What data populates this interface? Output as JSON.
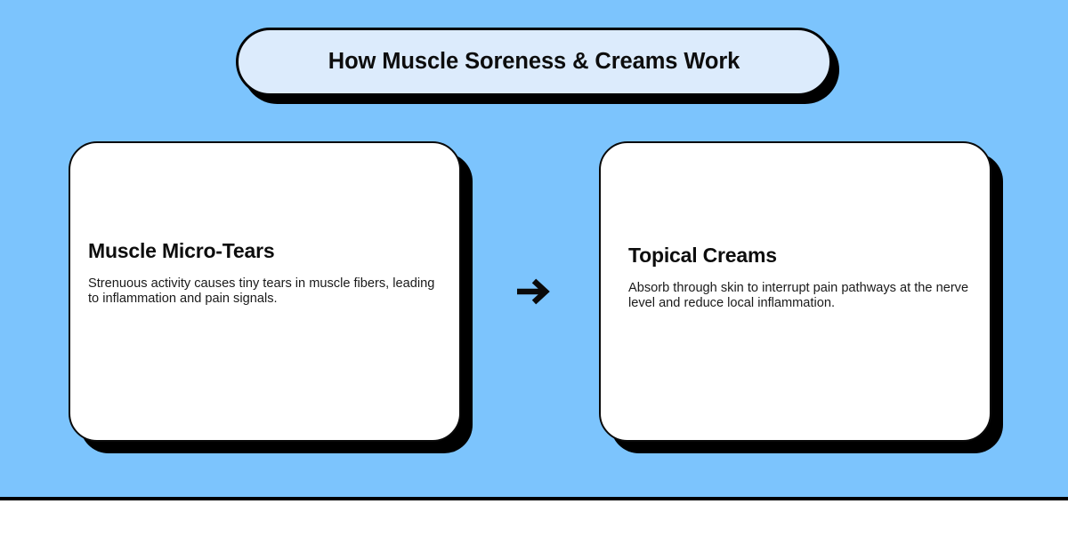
{
  "theme": {
    "background": "#7cc4fd",
    "card_fill": "#ffffff",
    "title_fill": "#dcebfc",
    "ink": "#0d0d0d",
    "shadow": "#000000",
    "page_base": "#ffffff"
  },
  "header": {
    "title": "How Muscle Soreness & Creams Work"
  },
  "flow": {
    "connector_icon": "arrow-right-icon",
    "steps": [
      {
        "heading": "Muscle Micro-Tears",
        "text": "Strenuous activity causes tiny tears in muscle fibers, leading to inflammation and pain signals."
      },
      {
        "heading": "Topical Creams",
        "text": "Absorb through skin to interrupt pain pathways at the nerve level and reduce local inflammation."
      }
    ]
  }
}
